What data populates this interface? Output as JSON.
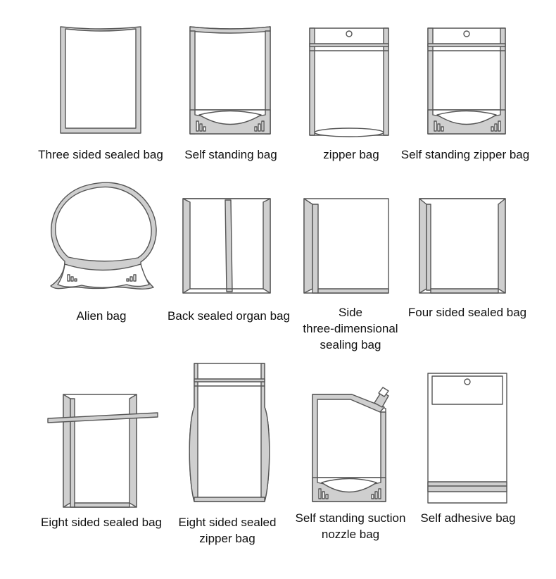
{
  "colors": {
    "outline": "#555555",
    "seal": "#cfcfcf",
    "fill": "#ffffff",
    "text": "#111111"
  },
  "bags": [
    {
      "id": "three-sided-sealed",
      "icon": "three-sided-sealed-bag-icon",
      "lines": [
        "Three sided sealed bag"
      ]
    },
    {
      "id": "self-standing",
      "icon": "self-standing-bag-icon",
      "lines": [
        "Self standing bag"
      ]
    },
    {
      "id": "zipper",
      "icon": "zipper-bag-icon",
      "lines": [
        "zipper bag"
      ]
    },
    {
      "id": "self-standing-zipper",
      "icon": "self-standing-zipper-bag-icon",
      "lines": [
        "Self standing zipper bag"
      ]
    },
    {
      "id": "alien",
      "icon": "alien-bag-icon",
      "lines": [
        "Alien bag"
      ]
    },
    {
      "id": "back-sealed-organ",
      "icon": "back-sealed-organ-bag-icon",
      "lines": [
        "Back sealed organ bag"
      ]
    },
    {
      "id": "side-3d-sealing",
      "icon": "side-three-dimensional-sealing-bag-icon",
      "lines": [
        "Side",
        "three-dimensional",
        "sealing bag"
      ]
    },
    {
      "id": "four-sided-sealed",
      "icon": "four-sided-sealed-bag-icon",
      "lines": [
        "Four sided sealed bag"
      ]
    },
    {
      "id": "eight-sided-sealed",
      "icon": "eight-sided-sealed-bag-icon",
      "lines": [
        "Eight sided sealed bag"
      ]
    },
    {
      "id": "eight-sided-sealed-zipper",
      "icon": "eight-sided-sealed-zipper-bag-icon",
      "lines": [
        "Eight sided sealed",
        "zipper bag"
      ]
    },
    {
      "id": "self-standing-suction-nozzle",
      "icon": "self-standing-suction-nozzle-bag-icon",
      "lines": [
        "Self standing suction",
        "nozzle bag"
      ]
    },
    {
      "id": "self-adhesive",
      "icon": "self-adhesive-bag-icon",
      "lines": [
        "Self adhesive bag"
      ]
    }
  ]
}
